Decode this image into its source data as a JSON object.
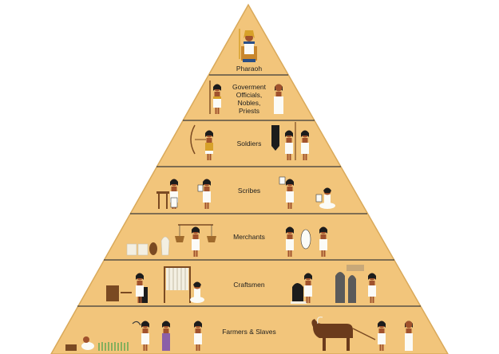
{
  "diagram": {
    "colors": {
      "pyramid_fill": "#f2c57b",
      "pyramid_edge": "#d9a95a",
      "divider": "#3b3b3b",
      "skin": "#a0522d",
      "hair": "#1c1c1c",
      "linen": "#fbfbf7",
      "gold": "#d7a12a",
      "pharaoh_blue": "#2a4f86",
      "pharaoh_red": "#c0392b",
      "wood": "#7a4a22",
      "stone": "#5a5a5a",
      "ox": "#6b3b1c",
      "grain": "#3fa14a",
      "pot_white": "#f3efe2"
    },
    "tiers": [
      {
        "id": "pharaoh",
        "label": "Pharaoh",
        "icons": [
          "pharaoh-on-throne-icon"
        ]
      },
      {
        "id": "officials",
        "label": "Goverment Officials, Nobles, Priests",
        "icons": [
          "official-with-staff-icon",
          "priest-icon"
        ]
      },
      {
        "id": "soldiers",
        "label": "Soldiers",
        "icons": [
          "archer-icon",
          "soldiers-with-shields-icon"
        ]
      },
      {
        "id": "scribes",
        "label": "Scribes",
        "icons": [
          "scribe-at-desk-icon",
          "scribe-with-scroll-icon",
          "scribe-reading-icon",
          "seated-scribe-icon"
        ]
      },
      {
        "id": "merchants",
        "label": "Merchants",
        "icons": [
          "goods-jars-icon",
          "merchant-with-scales-icon",
          "merchants-trading-icon"
        ]
      },
      {
        "id": "craftsmen",
        "label": "Craftsmen",
        "icons": [
          "potter-icon",
          "loom-weaver-icon",
          "stone-carving-icon",
          "sculptor-icon"
        ]
      },
      {
        "id": "farmers",
        "label": "Farmers & Slaves",
        "icons": [
          "harvester-icon",
          "farmers-icon",
          "oxen-plough-icon",
          "worker-icon"
        ]
      }
    ]
  }
}
